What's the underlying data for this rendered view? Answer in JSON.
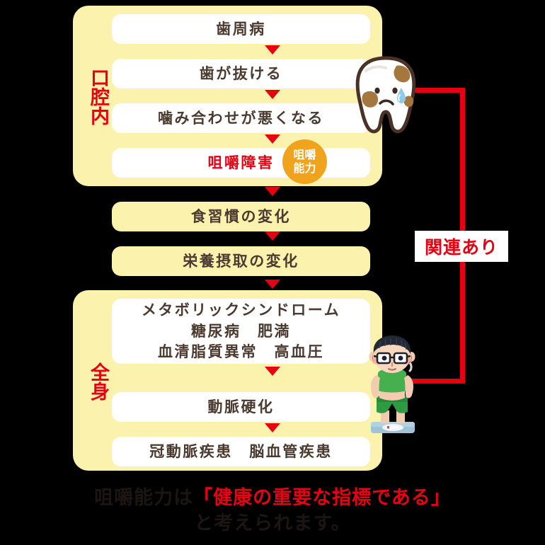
{
  "groups": {
    "oral": {
      "label": "口腔内"
    },
    "body": {
      "label": "全身"
    }
  },
  "steps": {
    "periodontal": "歯周病",
    "tooth_loss": "歯が抜ける",
    "bad_occlusion": "噛み合わせが悪くなる",
    "mastication_disorder": "咀嚼障害",
    "eating_habit_change": "食習慣の変化",
    "nutrition_change": "栄養摂取の変化",
    "metabolic_line1": "メタボリックシンドローム",
    "metabolic_line2": "糖尿病　肥満",
    "metabolic_line3": "血清脂質異常　高血圧",
    "arteriosclerosis": "動脈硬化",
    "vascular_disease": "冠動脈疾患　脳血管疾患"
  },
  "badge": {
    "line1": "咀嚼",
    "line2": "能力"
  },
  "connector": {
    "tag_label": "関連あり"
  },
  "caption": {
    "line1_prefix": "咀嚼能力は",
    "line1_quote": "「健康の重要な指標である」",
    "line2": "と考えられます。"
  },
  "colors": {
    "panel_yellow": "#FBF2AE",
    "box_white": "#FFFFFF",
    "accent_red": "#E60012",
    "badge_orange": "#F0A41E",
    "text_brown": "#4B3A2F",
    "caption_dark": "#1C1512",
    "background": "#000000"
  },
  "illustrations": {
    "tooth": "sad-tooth-with-cavities-icon",
    "boy": "overweight-boy-on-scale-icon"
  }
}
